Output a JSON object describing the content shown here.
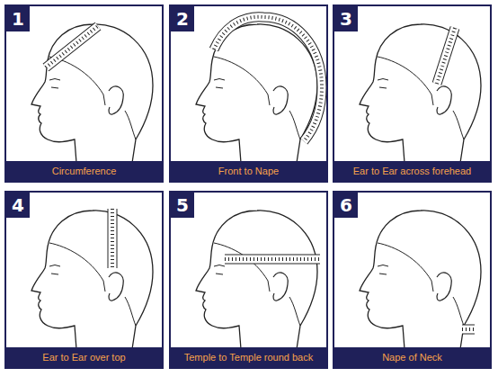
{
  "diagram": {
    "nodes": [
      {
        "text": [
          "1",
          "Circumference"
        ]
      },
      {
        "text": [
          "2",
          "Front to Nape"
        ]
      },
      {
        "text": [
          "3",
          "Ear to Ear across forehead"
        ]
      },
      {
        "text": [
          "4",
          "Ear to Ear over top"
        ]
      },
      {
        "text": [
          "5",
          "Temple to Temple round back"
        ]
      },
      {
        "text": [
          "6",
          "Nape of Neck"
        ]
      }
    ]
  }
}
